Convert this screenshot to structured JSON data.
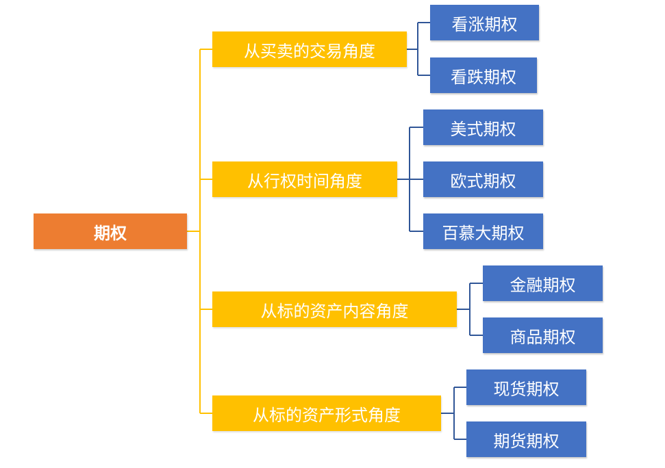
{
  "diagram": {
    "root": {
      "label": "期权"
    },
    "categories": [
      {
        "label": "从买卖的交易角度",
        "children": [
          "看涨期权",
          "看跌期权"
        ]
      },
      {
        "label": "从行权时间角度",
        "children": [
          "美式期权",
          "欧式期权",
          "百慕大期权"
        ]
      },
      {
        "label": "从标的资产内容角度",
        "children": [
          "金融期权",
          "商品期权"
        ]
      },
      {
        "label": "从标的资产形式角度",
        "children": [
          "现货期权",
          "期货期权"
        ]
      }
    ],
    "colors": {
      "root": "#ED7D31",
      "category": "#FFC000",
      "leaf": "#4472C4",
      "category_connector": "#FFC000",
      "leaf_connector": "#2F5597"
    }
  }
}
